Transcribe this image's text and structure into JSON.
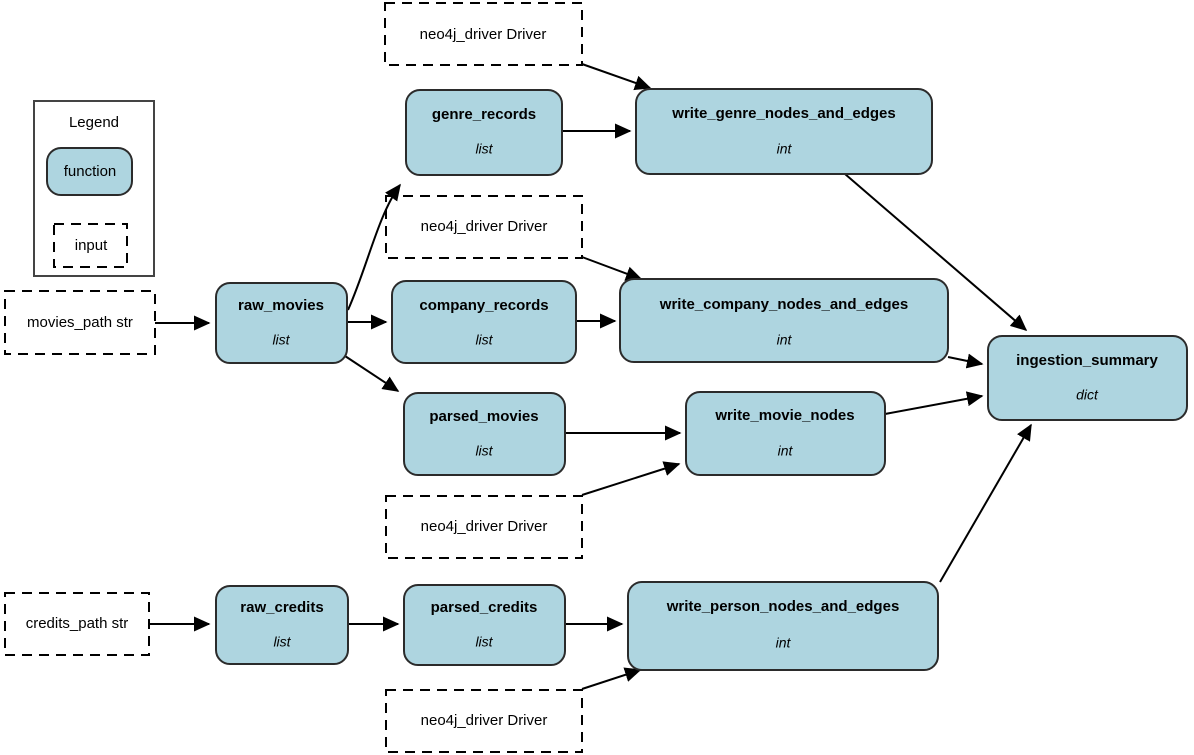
{
  "legend": {
    "title": "Legend",
    "function_label": "function",
    "input_label": "input"
  },
  "colors": {
    "function_fill": "#aed5e0",
    "function_stroke": "#2b2b2b",
    "input_stroke": "#000000",
    "edge": "#000000",
    "background": "#ffffff"
  },
  "inputs": [
    {
      "id": "movies_path",
      "label": "movies_path str"
    },
    {
      "id": "credits_path",
      "label": "credits_path str"
    },
    {
      "id": "driver_genre",
      "label": "neo4j_driver Driver"
    },
    {
      "id": "driver_company",
      "label": "neo4j_driver Driver"
    },
    {
      "id": "driver_movie",
      "label": "neo4j_driver Driver"
    },
    {
      "id": "driver_person",
      "label": "neo4j_driver Driver"
    }
  ],
  "nodes": [
    {
      "id": "genre_records",
      "name": "genre_records",
      "type": "list"
    },
    {
      "id": "write_genre_nodes_and_edges",
      "name": "write_genre_nodes_and_edges",
      "type": "int"
    },
    {
      "id": "raw_movies",
      "name": "raw_movies",
      "type": "list"
    },
    {
      "id": "company_records",
      "name": "company_records",
      "type": "list"
    },
    {
      "id": "write_company_nodes_and_edges",
      "name": "write_company_nodes_and_edges",
      "type": "int"
    },
    {
      "id": "parsed_movies",
      "name": "parsed_movies",
      "type": "list"
    },
    {
      "id": "write_movie_nodes",
      "name": "write_movie_nodes",
      "type": "int"
    },
    {
      "id": "ingestion_summary",
      "name": "ingestion_summary",
      "type": "dict"
    },
    {
      "id": "raw_credits",
      "name": "raw_credits",
      "type": "list"
    },
    {
      "id": "parsed_credits",
      "name": "parsed_credits",
      "type": "list"
    },
    {
      "id": "write_person_nodes_and_edges",
      "name": "write_person_nodes_and_edges",
      "type": "int"
    }
  ],
  "edges": [
    {
      "from": "movies_path",
      "to": "raw_movies"
    },
    {
      "from": "raw_movies",
      "to": "genre_records"
    },
    {
      "from": "raw_movies",
      "to": "company_records"
    },
    {
      "from": "raw_movies",
      "to": "parsed_movies"
    },
    {
      "from": "genre_records",
      "to": "write_genre_nodes_and_edges"
    },
    {
      "from": "driver_genre",
      "to": "write_genre_nodes_and_edges"
    },
    {
      "from": "company_records",
      "to": "write_company_nodes_and_edges"
    },
    {
      "from": "driver_company",
      "to": "write_company_nodes_and_edges"
    },
    {
      "from": "parsed_movies",
      "to": "write_movie_nodes"
    },
    {
      "from": "driver_movie",
      "to": "write_movie_nodes"
    },
    {
      "from": "credits_path",
      "to": "raw_credits"
    },
    {
      "from": "raw_credits",
      "to": "parsed_credits"
    },
    {
      "from": "parsed_credits",
      "to": "write_person_nodes_and_edges"
    },
    {
      "from": "driver_person",
      "to": "write_person_nodes_and_edges"
    },
    {
      "from": "write_genre_nodes_and_edges",
      "to": "ingestion_summary"
    },
    {
      "from": "write_company_nodes_and_edges",
      "to": "ingestion_summary"
    },
    {
      "from": "write_movie_nodes",
      "to": "ingestion_summary"
    },
    {
      "from": "write_person_nodes_and_edges",
      "to": "ingestion_summary"
    }
  ]
}
